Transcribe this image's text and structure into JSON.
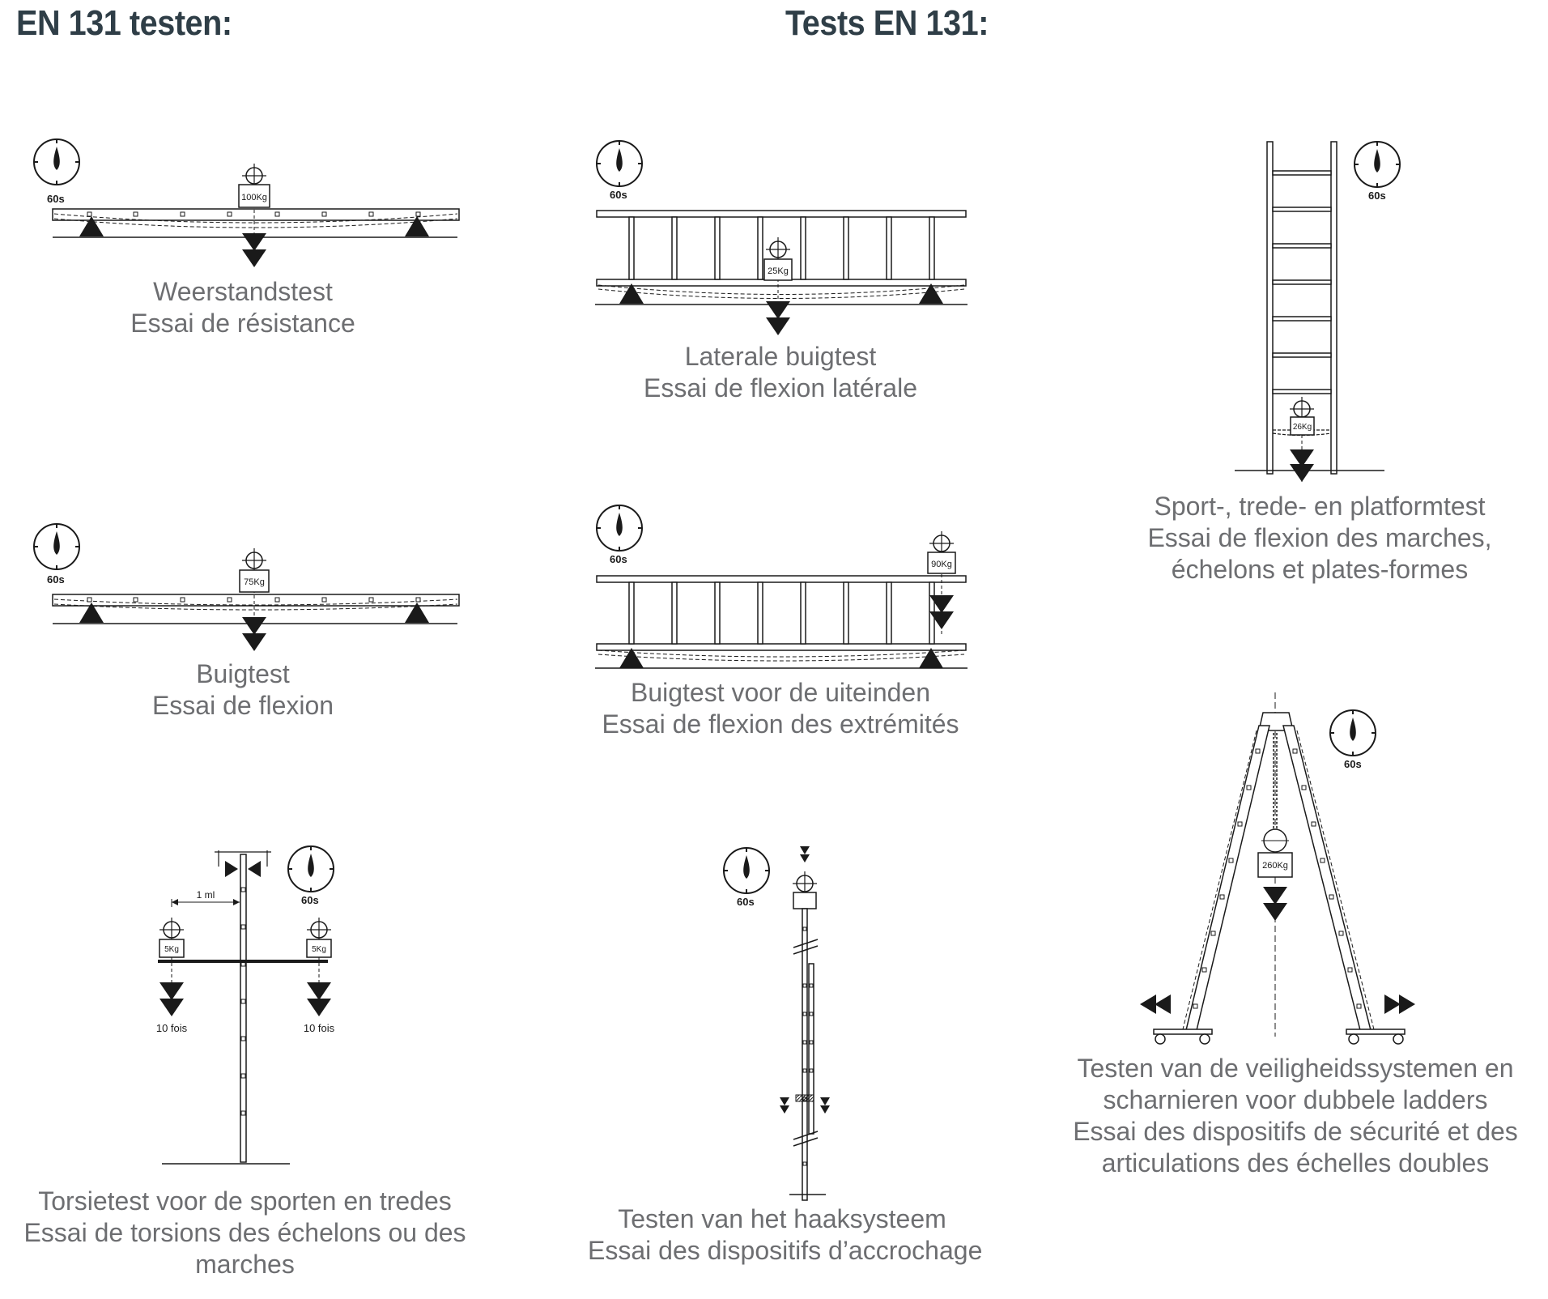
{
  "headings": {
    "left": "EN 131 testen:",
    "right": "Tests EN 131:"
  },
  "colors": {
    "heading": "#2f3e47",
    "caption": "#6d6e71",
    "line": "#1a1a1a"
  },
  "icons": {
    "timer": "stopwatch-icon",
    "weight": "weight-block-icon",
    "force": "down-arrow-icon",
    "support": "triangle-support-icon"
  },
  "timer_label": "60s",
  "tests": {
    "resistance": {
      "weight": "100Kg",
      "line1": "Weerstandstest",
      "line2": "Essai de résistance"
    },
    "lateral": {
      "weight": "25Kg",
      "line1": "Laterale buigtest",
      "line2": "Essai de flexion latérale"
    },
    "rung": {
      "weight": "26Kg",
      "line1": "Sport-, trede- en platformtest",
      "line2": "Essai de flexion des marches,",
      "line3": "échelons et plates-formes"
    },
    "bending": {
      "weight": "75Kg",
      "line1": "Buigtest",
      "line2": "Essai de flexion"
    },
    "ends": {
      "weight": "90Kg",
      "line1": "Buigtest voor de uiteinden",
      "line2": "Essai de flexion des extrémités"
    },
    "torsion": {
      "weight_left": "5Kg",
      "weight_right": "5Kg",
      "distance": "1 ml",
      "repeat_left": "10 fois",
      "repeat_right": "10 fois",
      "line1": "Torsietest voor de sporten en tredes",
      "line2": "Essai de torsions des échelons ou des",
      "line3": "marches"
    },
    "hook": {
      "line1": "Testen van het haaksysteem",
      "line2": "Essai des dispositifs d’accrochage"
    },
    "safety": {
      "weight": "260Kg",
      "line1": "Testen van de veiligheidssystemen en",
      "line2": "scharnieren voor dubbele ladders",
      "line3": "Essai des dispositifs de sécurité et des",
      "line4": "articulations des échelles doubles"
    }
  }
}
